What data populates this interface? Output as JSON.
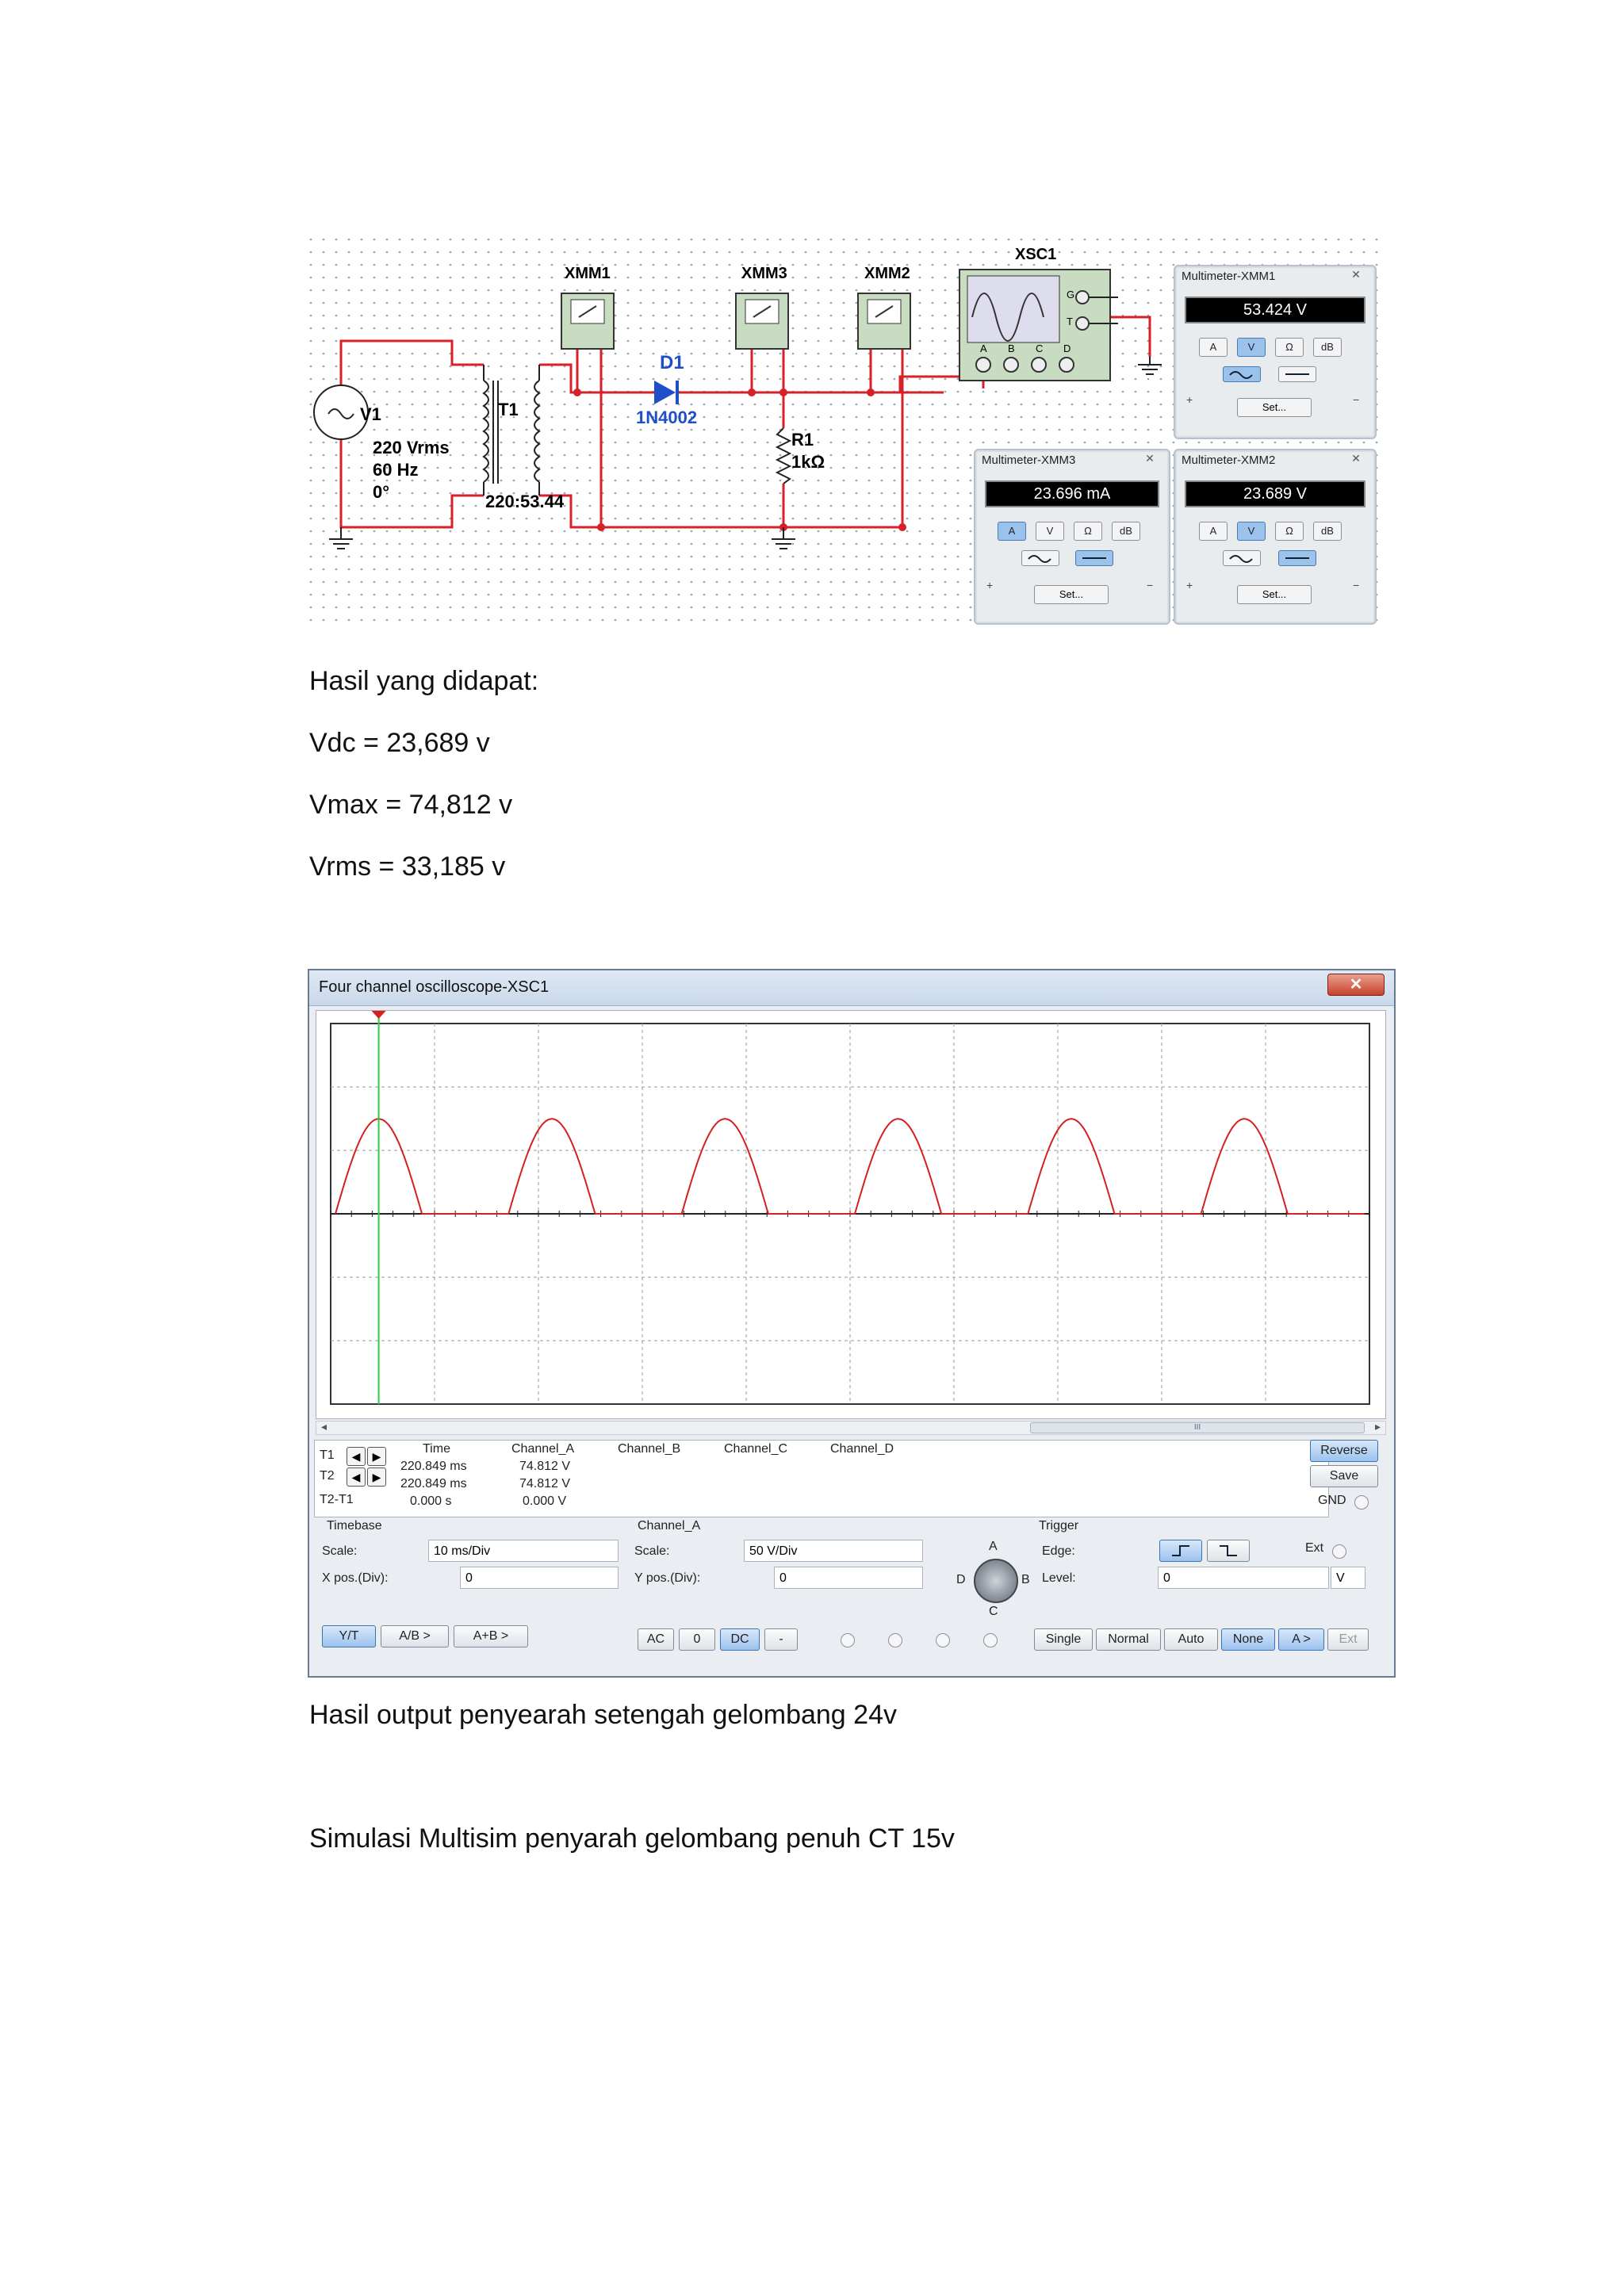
{
  "schematic": {
    "components": {
      "xmm1": "XMM1",
      "xmm3": "XMM3",
      "xmm2": "XMM2",
      "xsc1": "XSC1",
      "d1": "D1",
      "d1_model": "1N4002",
      "t1": "T1",
      "t1_ratio": "220:53.44",
      "v1": "V1",
      "v1_voltage": "220 Vrms",
      "v1_freq": "60 Hz",
      "v1_phase": "0°",
      "r1": "R1",
      "r1_value": "1kΩ",
      "scope_terminals": {
        "g": "G",
        "t": "T",
        "a": "A",
        "b": "B",
        "c": "C",
        "d": "D"
      },
      "meter_plus": "+",
      "meter_minus": "−"
    },
    "multimeters": [
      {
        "title": "Multimeter-XMM1",
        "reading": "53.424 V",
        "selected": "V"
      },
      {
        "title": "Multimeter-XMM3",
        "reading": "23.696 mA",
        "selected": "A"
      },
      {
        "title": "Multimeter-XMM2",
        "reading": "23.689 V",
        "selected": "V"
      }
    ],
    "meter_buttons": {
      "a": "A",
      "v": "V",
      "ohm": "Ω",
      "db": "dB",
      "set": "Set...",
      "close": "✕",
      "plus": "+",
      "minus": "−"
    }
  },
  "text": {
    "results_heading": "Hasil yang didapat:",
    "vdc": "Vdc = 23,689 v",
    "vmax": "Vmax = 74,812 v",
    "vrms": "Vrms = 33,185 v",
    "caption_output": "Hasil output penyearah setengah gelombang 24v",
    "caption_next": "Simulasi Multisim penyarah gelombang penuh CT 15v"
  },
  "oscilloscope": {
    "title": "Four channel oscilloscope-XSC1",
    "close": "✕",
    "scroll_label": "III",
    "readout": {
      "headers": [
        "Time",
        "Channel_A",
        "Channel_B",
        "Channel_C",
        "Channel_D"
      ],
      "rows": [
        {
          "label": "T1",
          "time": "220.849 ms",
          "a": "74.812 V"
        },
        {
          "label": "T2",
          "time": "220.849 ms",
          "a": "74.812 V"
        },
        {
          "label": "T2-T1",
          "time": "0.000 s",
          "a": "0.000 V"
        }
      ]
    },
    "buttons": {
      "reverse": "Reverse",
      "save": "Save",
      "gnd": "GND"
    },
    "timebase": {
      "heading": "Timebase",
      "scale_label": "Scale:",
      "scale_value": "10 ms/Div",
      "xpos_label": "X pos.(Div):",
      "xpos_value": "0",
      "yt": "Y/T",
      "ab": "A/B >",
      "apb": "A+B >"
    },
    "channel": {
      "heading": "Channel_A",
      "scale_label": "Scale:",
      "scale_value": "50  V/Div",
      "ypos_label": "Y pos.(Div):",
      "ypos_value": "0",
      "ac": "AC",
      "zero": "0",
      "dc": "DC",
      "minus": "-"
    },
    "knob": {
      "a": "A",
      "b": "B",
      "c": "C",
      "d": "D"
    },
    "trigger": {
      "heading": "Trigger",
      "edge_label": "Edge:",
      "level_label": "Level:",
      "level_value": "0",
      "level_unit": "V",
      "ext": "Ext",
      "single": "Single",
      "normal": "Normal",
      "auto": "Auto",
      "none": "None",
      "a_btn": "A >",
      "ext_btn": "Ext"
    },
    "chart_data": {
      "type": "line",
      "series": [
        {
          "values": "half-wave rectified sine, peak 74.812 V"
        }
      ],
      "time_per_div_ms": 10,
      "volts_per_div": 50,
      "peak_v": 74.812,
      "cursor_t1_ms": 220.849,
      "cycles_visible": 6,
      "color": "#d42020",
      "cursor_color": "#2ecc40"
    }
  }
}
